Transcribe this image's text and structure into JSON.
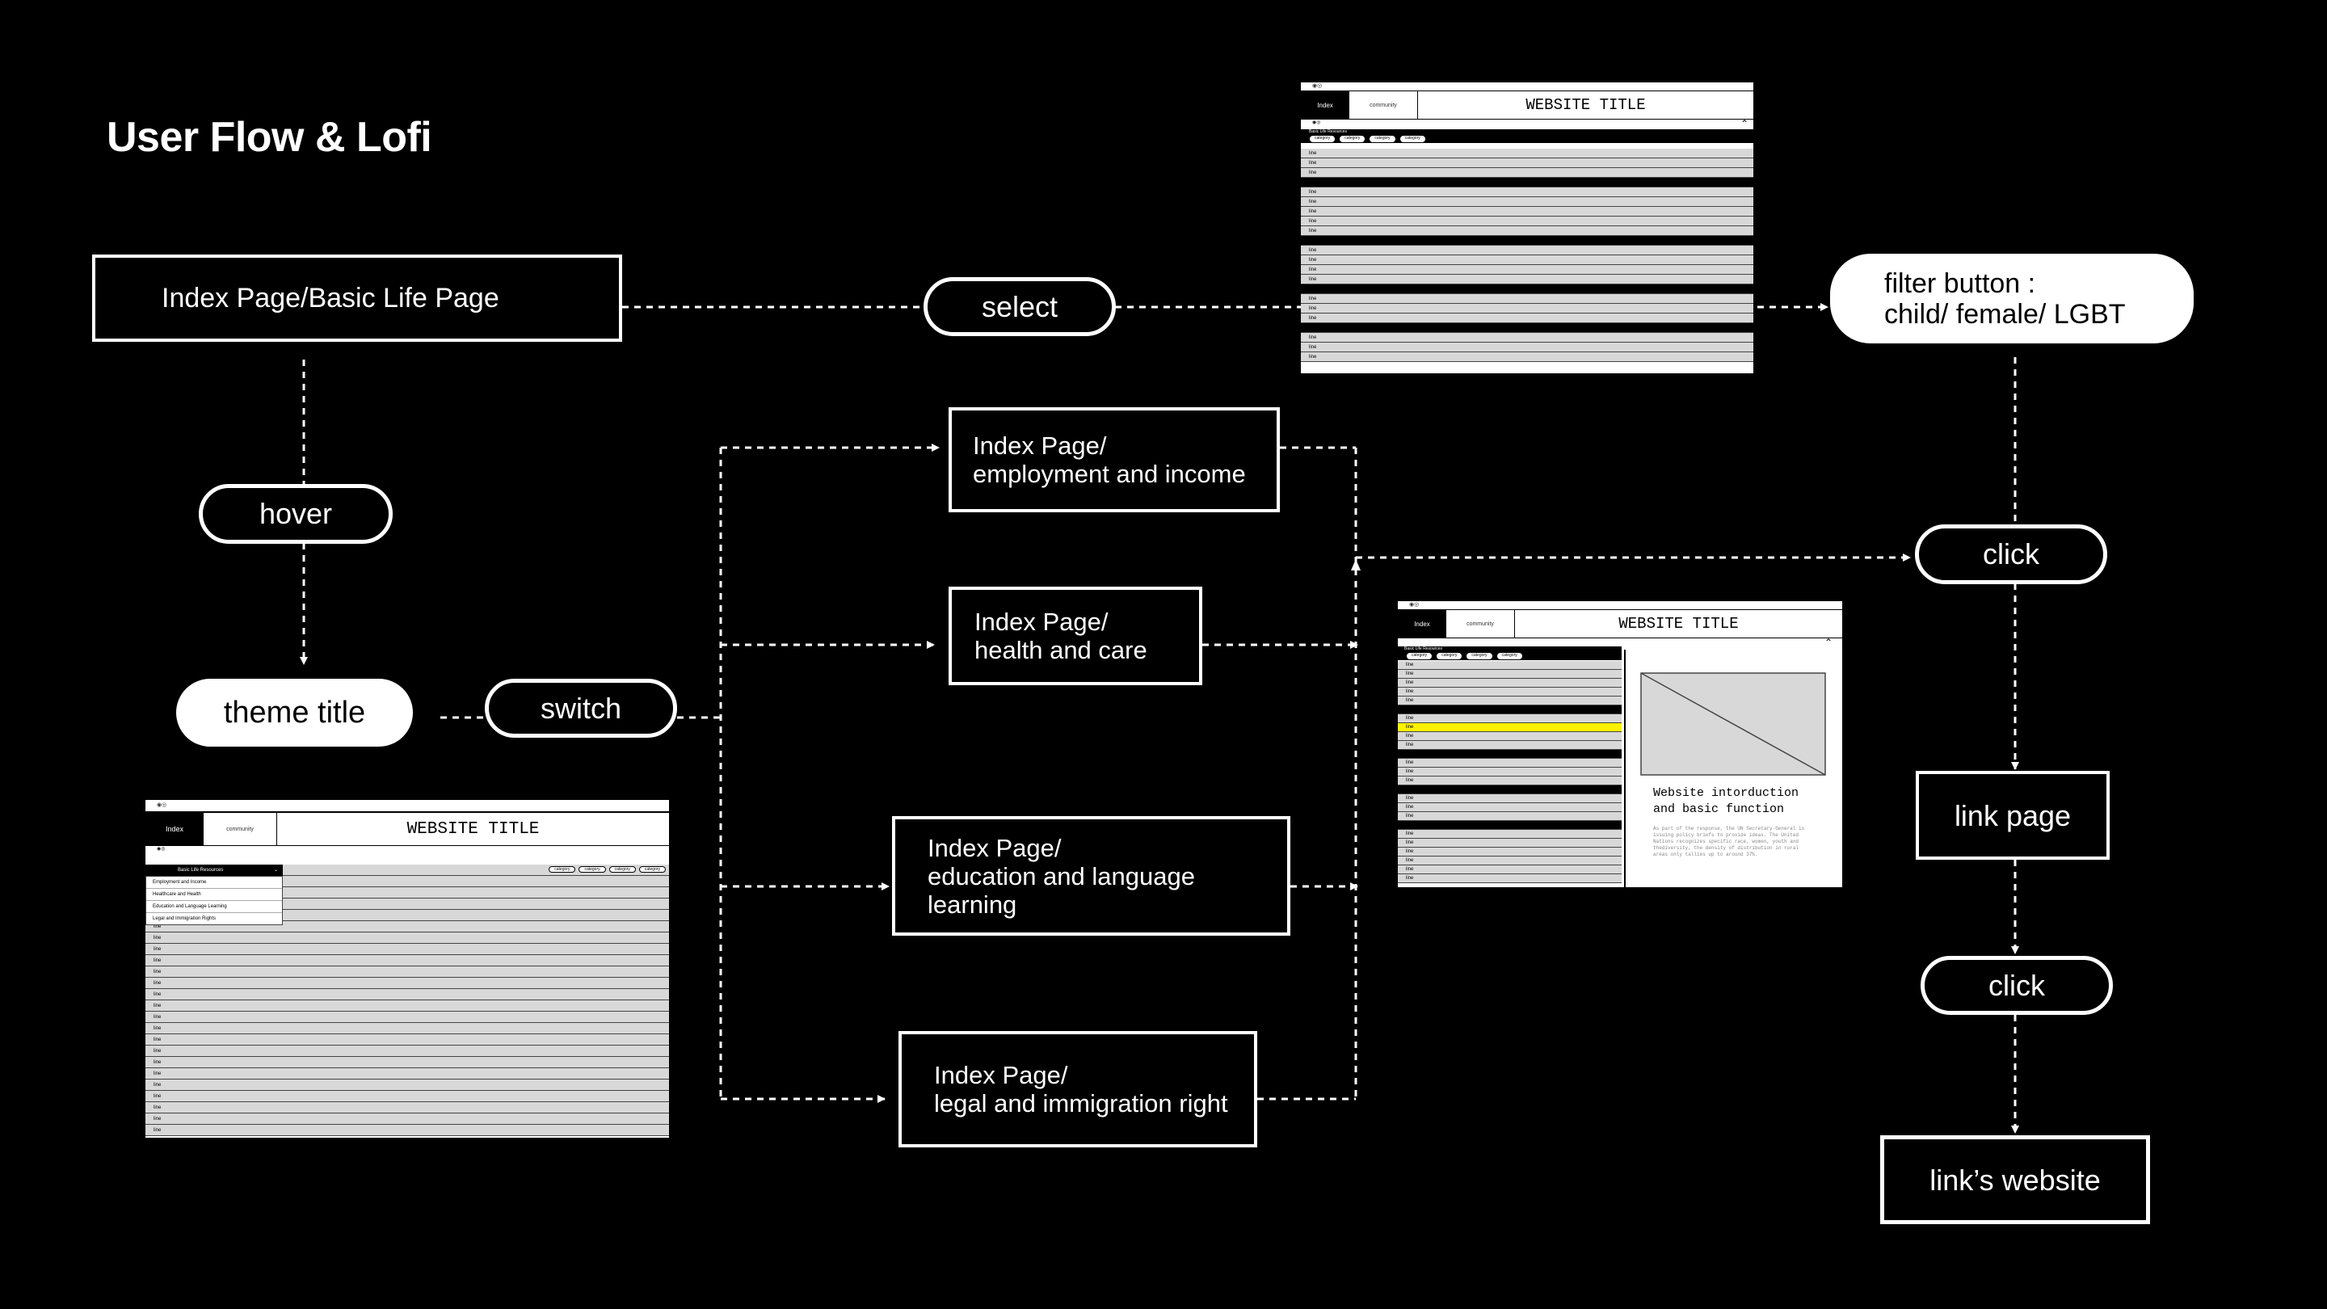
{
  "page": {
    "title": "User Flow & Lofi"
  },
  "nodes": {
    "index_basic": "Index Page/Basic Life Page",
    "select": "select",
    "filter_line1": "filter button :",
    "filter_line2": "child/ female/ LGBT",
    "hover": "hover",
    "theme_title": "theme title",
    "switch": "switch",
    "emp_line1": "Index Page/",
    "emp_line2": "employment and income",
    "health_line1": "Index Page/",
    "health_line2": "health and care",
    "edu_line1": "Index Page/",
    "edu_line2": "education and language learning",
    "legal_line1": "Index Page/",
    "legal_line2": "legal and immigration right",
    "click1": "click",
    "link_page": "link page",
    "click2": "click",
    "links_website": "link’s website"
  },
  "wireframe_top": {
    "dots": "◉◎",
    "tab_index": "Index",
    "tab_community": "community",
    "site_title": "WEBSITE TITLE",
    "section": "Basic Life Resources",
    "categories": [
      "category",
      "category",
      "category",
      "category"
    ],
    "row_label": "line"
  },
  "wireframe_left": {
    "dots": "◉◎",
    "tab_index": "Index",
    "tab_community": "community",
    "site_title": "WEBSITE TITLE",
    "dropdown_label": "Basic Life Resources",
    "dropdown_items": [
      "Employment and Income",
      "Healthcare and Health",
      "Education and Language Learning",
      "Legal and Immigration Rights"
    ],
    "categories": [
      "category",
      "category",
      "category",
      "category"
    ],
    "row_label": "line"
  },
  "wireframe_right": {
    "dots": "◉◎",
    "tab_index": "Index",
    "tab_community": "community",
    "site_title": "WEBSITE TITLE",
    "section": "Basic Life Resources",
    "categories": [
      "category",
      "category",
      "category",
      "category"
    ],
    "row_label": "line",
    "panel_title_line1": "Website intorduction",
    "panel_title_line2": "and basic function",
    "panel_body": "As part of the response, the UN Secretary-General is issuing policy briefs to provide ideas. The United Nations recognizes specific race, women, youth and thediversity, the density of distribution in rural areas only tallies up to around 37%."
  },
  "colors": {
    "background": "#000000",
    "foreground": "#ffffff",
    "highlight": "#fff200",
    "wireframe_row": "#d8d8d8"
  }
}
